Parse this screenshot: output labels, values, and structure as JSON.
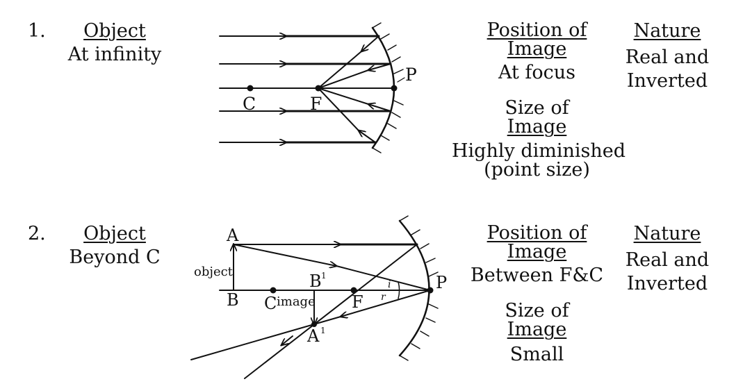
{
  "cases": [
    {
      "number": "1.",
      "object_heading": "Object",
      "object_position": "At infinity",
      "position_heading_line1": "Position of",
      "position_heading_line2": "Image",
      "position_value": "At focus",
      "size_heading_line1": "Size of",
      "size_heading_line2": "Image",
      "size_value_line1": "Highly diminished",
      "size_value_line2": "(point size)",
      "nature_heading": "Nature",
      "nature_value_line1": "Real and",
      "nature_value_line2": "Inverted",
      "diagram_labels": {
        "C": "C",
        "F": "F",
        "P": "P"
      }
    },
    {
      "number": "2.",
      "object_heading": "Object",
      "object_position": "Beyond C",
      "position_heading_line1": "Position of",
      "position_heading_line2": "Image",
      "position_value": "Between F&C",
      "size_heading_line1": "Size of",
      "size_heading_line2": "Image",
      "size_value": "Small",
      "nature_heading": "Nature",
      "nature_value_line1": "Real and",
      "nature_value_line2": "Inverted",
      "diagram_labels": {
        "A": "A",
        "B": "B",
        "B_prime": "B",
        "prime_mark": "1",
        "A_prime": "A",
        "C": "C",
        "F": "F",
        "P": "P",
        "object": "object",
        "image": "image",
        "i": "i",
        "r": "r"
      }
    }
  ]
}
